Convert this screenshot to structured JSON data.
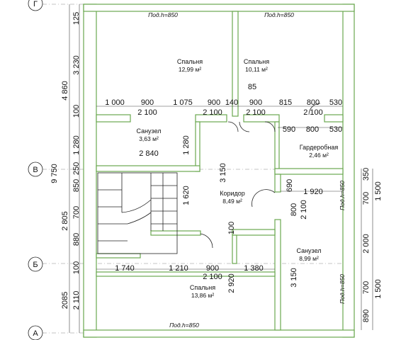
{
  "axes": [
    "Г",
    "В",
    "Б",
    "А"
  ],
  "rooms": [
    {
      "name": "Спальня",
      "area": "12,99 м²"
    },
    {
      "name": "Спальня",
      "area": "10,11 м²"
    },
    {
      "name": "Санузел",
      "area": "3,63 м²"
    },
    {
      "name": "Гардеробная",
      "area": "2,46 м²"
    },
    {
      "name": "Коридор",
      "area": "8,49 м²"
    },
    {
      "name": "Санузел",
      "area": "8,99 м²"
    },
    {
      "name": "Спальня",
      "area": "13,86 м²"
    }
  ],
  "notes": [
    "Под.h=850",
    "Под.h=850",
    "Под.h=850",
    "Под.h=850",
    "Под.h=850"
  ],
  "left_dims_outer": [
    "4 860",
    "9 750",
    "2 805",
    "2085"
  ],
  "left_dims_inner": [
    "125",
    "3 230",
    "100",
    "1 280",
    "250",
    "850",
    "700",
    "880",
    "100",
    "2 110"
  ],
  "right_dims": [
    "350",
    "1 500",
    "700",
    "2 000",
    "700",
    "1 500",
    "890"
  ],
  "interior_dims": [
    "1 000",
    "900",
    "1 075",
    "900",
    "140",
    "900",
    "815",
    "800",
    "530",
    "2 100",
    "2 100",
    "2 100",
    "2 100",
    "85",
    "590",
    "800",
    "530",
    "1 280",
    "2 840",
    "3 150",
    "1 620",
    "690",
    "1 920",
    "800",
    "2 100",
    "100",
    "1 740",
    "1 210",
    "900",
    "1 380",
    "2 100",
    "2 920",
    "3 150"
  ]
}
